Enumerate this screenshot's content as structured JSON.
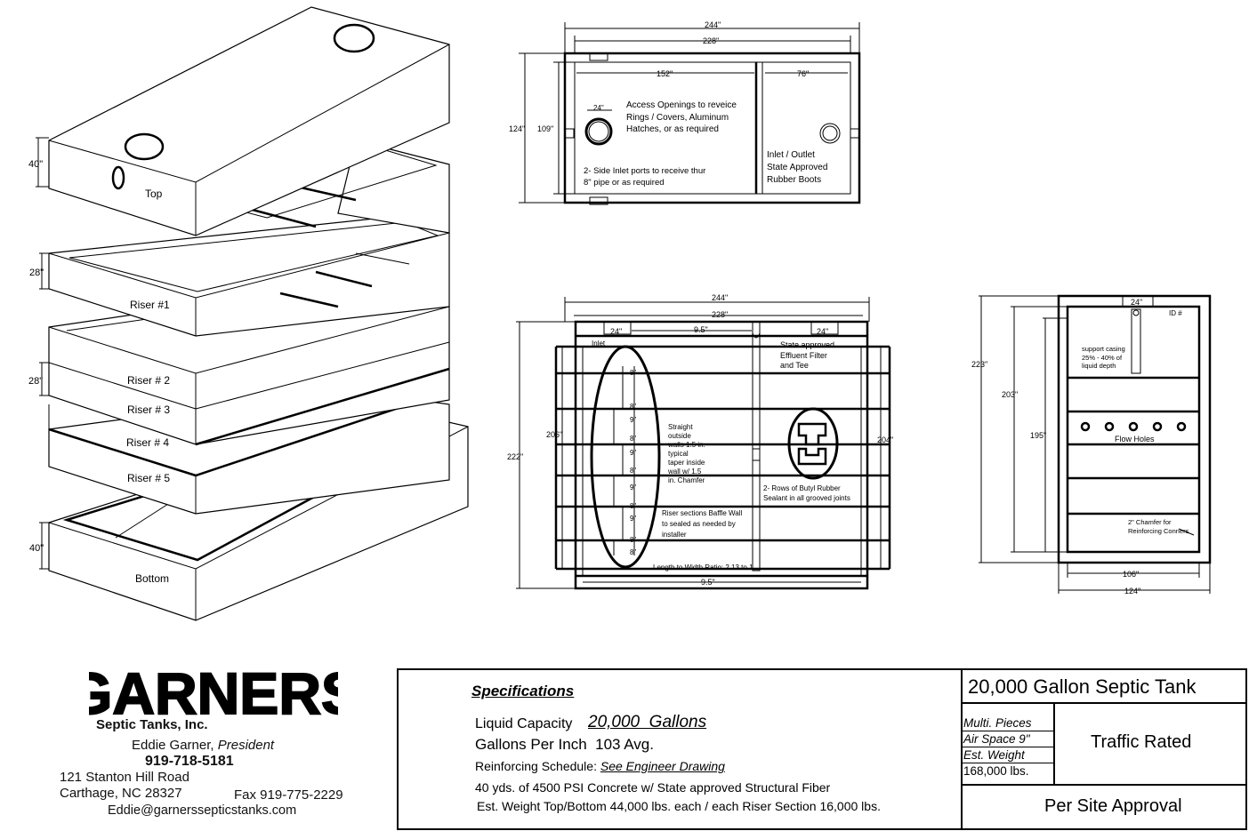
{
  "labels": {
    "top": "Top",
    "riser1": "Riser #1",
    "riser2": "Riser # 2",
    "riser3": "Riser # 3",
    "riser4": "Riser # 4",
    "riser5": "Riser # 5",
    "bottom": "Bottom",
    "h40a": "40\"",
    "h28a": "28\"",
    "h28b": "28\"",
    "h40b": "40\""
  },
  "top_plan": {
    "d244": "244\"",
    "d228": "228\"",
    "d152": "152\"",
    "d76": "76\"",
    "d124": "124\"",
    "d109": "109\"",
    "d24": "24\"",
    "access_1": "Access Openings to reveice",
    "access_2": "Rings / Covers, Aluminum",
    "access_3": "Hatches, or as required",
    "side_1": "2- Side Inlet ports to receive thur",
    "side_2": "8\" pipe or as required",
    "inlet_1": "Inlet / Outlet",
    "inlet_2": "State Approved",
    "inlet_3": "Rubber Boots"
  },
  "section": {
    "d244": "244\"",
    "d228": "228\"",
    "d24a": "24\"",
    "d24b": "24\"",
    "d95top": "9.5\"",
    "d95bot": "9.5\"",
    "d206": "206\"",
    "d222": "222\"",
    "d204": "204\"",
    "inlet": "Inlet",
    "filter_1": "State approved",
    "filter_2": "Effluent Filter",
    "filter_3": "and Tee",
    "steps": [
      "8\"",
      "8\"",
      "9\"",
      "8\"",
      "9\"",
      "8\"",
      "9\"",
      "8\"",
      "9\"",
      "8\"",
      "8\""
    ],
    "wall_1": "Straight",
    "wall_2": "outside",
    "wall_3": "walls 1.5 in.",
    "wall_4": "typical",
    "wall_5": "taper inside",
    "wall_6": "wall w/ 1.5",
    "wall_7": "in. Chamfer",
    "butyl_1": "2- Rows of Butyl Rubber",
    "butyl_2": "Sealant in all grooved joints",
    "baffle_1": "Riser sections Baffle Wall",
    "baffle_2": "to sealed as needed by",
    "baffle_3": "installer",
    "ratio": "Length to Width Ratio: 2.13 to 1"
  },
  "end_view": {
    "d24": "24\"",
    "id": "ID #",
    "d223": "223\"",
    "d203": "203\"",
    "d195": "195\"",
    "support_1": "support casing",
    "support_2": "25% - 40% of",
    "support_3": "liquid depth",
    "flow": "Flow Holes",
    "chamfer_1": "2\" Chamfer for",
    "chamfer_2": "Reinforcing Conners",
    "d106": "106\"",
    "d124": "124\""
  },
  "company": {
    "logo": "GARNERS",
    "sub": "Septic Tanks, Inc.",
    "president_name": "Eddie Garner,",
    "president_title": "President",
    "phone": "919-718-5181",
    "address1": "121 Stanton Hill Road",
    "address2": "Carthage, NC 28327",
    "fax": "Fax 919-775-2229",
    "email": "Eddie@garnerssepticstanks.com"
  },
  "spec": {
    "heading": "Specifications",
    "liquid_label": "Liquid Capacity",
    "liquid_value": "20,000  Gallons",
    "gpi": "Gallons Per Inch  103 Avg.",
    "reinf_label": "Reinforcing Schedule:",
    "reinf_value": "See Engineer Drawing",
    "concrete": "40 yds. of 4500 PSI Concrete w/ State approved Structural Fiber",
    "weights": "Est. Weight Top/Bottom 44,000 lbs. each / each Riser Section 16,000 lbs.",
    "title": "20,000 Gallon Septic Tank",
    "multi": "Multi. Pieces",
    "air": "Air Space 9\"",
    "est_label": "Est. Weight",
    "est_value": "168,000 lbs.",
    "traffic": "Traffic Rated",
    "approval": "Per Site Approval"
  }
}
